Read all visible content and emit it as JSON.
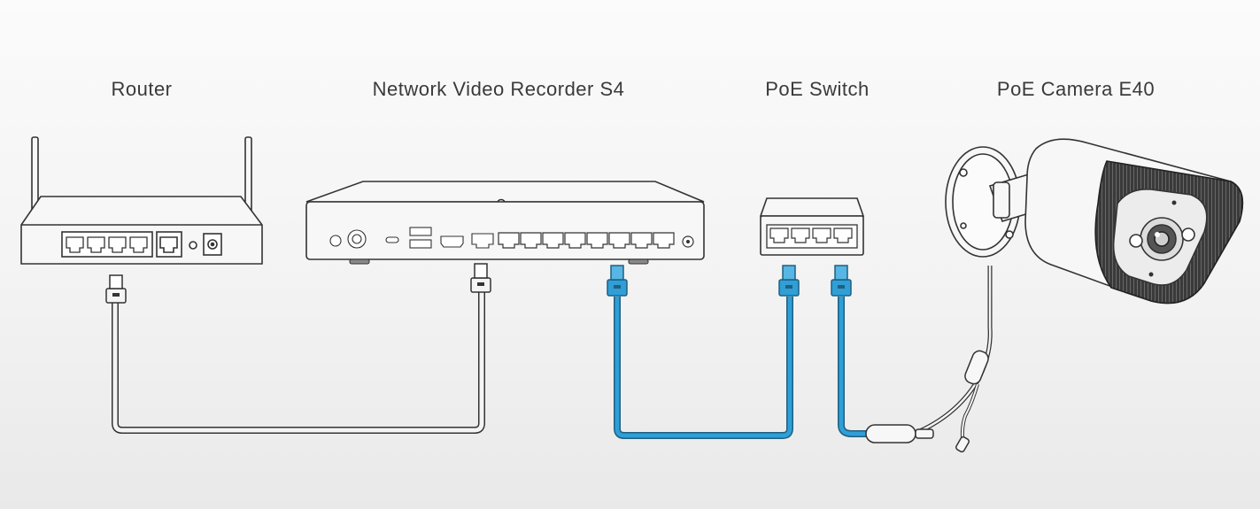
{
  "devices": {
    "router": {
      "label": "Router"
    },
    "nvr": {
      "label": "Network Video Recorder S4"
    },
    "poe_switch": {
      "label": "PoE Switch"
    },
    "camera": {
      "label": "PoE Camera E40"
    }
  },
  "colors": {
    "outline": "#333333",
    "poe_cable": "#2f9fd6",
    "lan_cable": "#f4f4f4",
    "device_fill": "#f7f7f7",
    "port_fill": "#ffffff"
  }
}
